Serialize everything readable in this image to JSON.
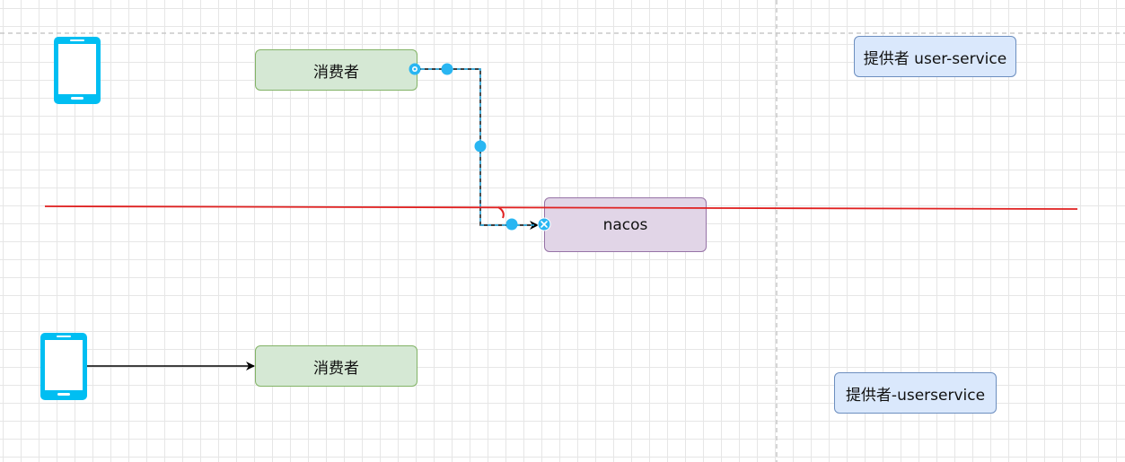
{
  "nodes": {
    "consumer_top": "消费者",
    "consumer_bottom": "消费者",
    "nacos": "nacos",
    "provider_top": "提供者 user-service",
    "provider_bottom": "提供者-userservice"
  },
  "icons": {
    "phone": "mobile-phone-icon",
    "waypoint": "waypoint-handle",
    "delete": "delete-endpoint-icon"
  },
  "colors": {
    "phone": "#00bef2",
    "handle": "#29b6f2",
    "red_line": "#e02020",
    "green_fill": "#d5e8d4",
    "purple_fill": "#e1d5e7",
    "blue_fill": "#dae8fc"
  }
}
